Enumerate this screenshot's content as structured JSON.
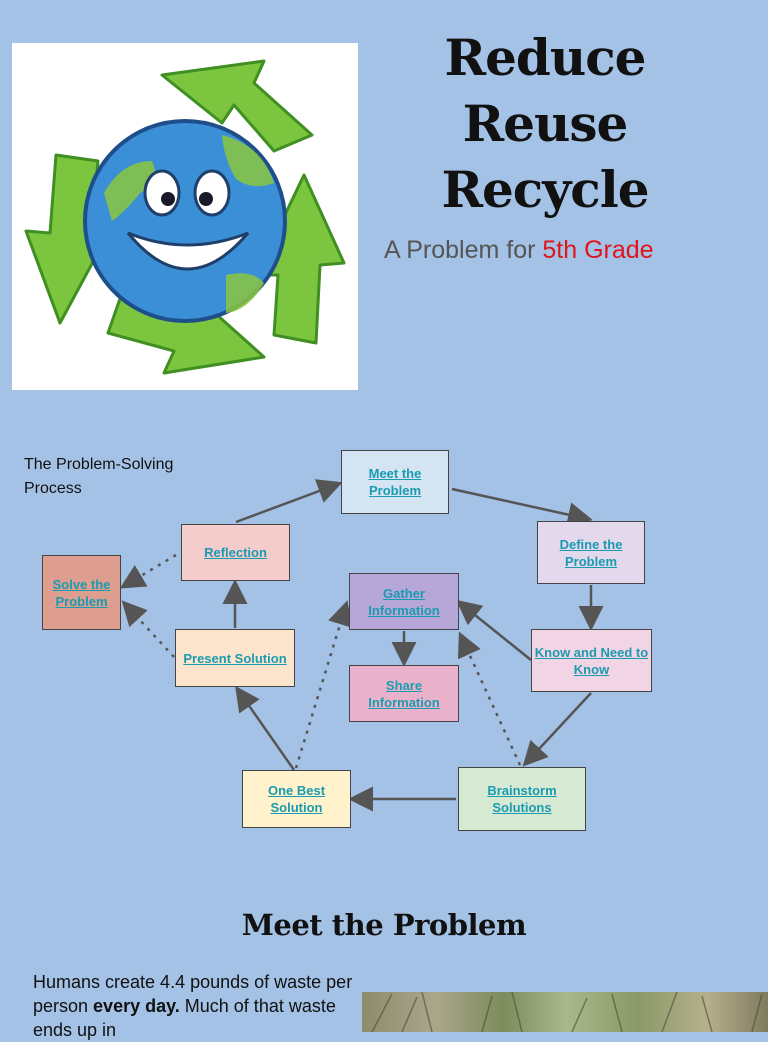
{
  "header": {
    "title_lines": [
      "Reduce",
      "Reuse",
      "Recycle"
    ],
    "subtitle_prefix": "A Problem for ",
    "subtitle_highlight": "5th Grade"
  },
  "colors": {
    "background": "#a4c2e5",
    "accent_red": "#e0141b",
    "link_teal": "#1a9bb0",
    "recycle_green": "#7cc63f",
    "globe_blue": "#3b8fd6"
  },
  "diagram": {
    "label": "The Problem-Solving Process",
    "nodes": {
      "meet": "Meet the Problem",
      "define": "Define the Problem",
      "know": "Know and Need to Know",
      "gather": "Gather Information",
      "share": "Share Information",
      "brainstorm": "Brainstorm Solutions",
      "onebest": "One Best Solution",
      "present": "Present Solution",
      "reflection": "Reflection",
      "solve": "Solve the Problem"
    }
  },
  "section": {
    "title": "Meet the Problem",
    "para_part1": "Humans create 4.4 pounds of waste per person ",
    "para_bold": "every day.",
    "para_part2": " Much of that waste ends up in"
  },
  "icons": {
    "logo": "recycle-globe-icon",
    "photo": "landfill-photo"
  }
}
